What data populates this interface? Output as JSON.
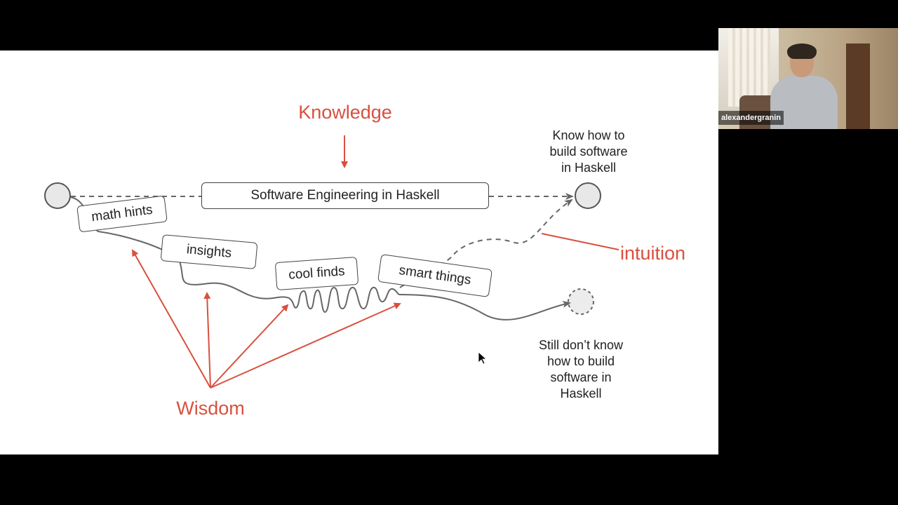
{
  "slide": {
    "knowledge": "Knowledge",
    "know_how": "Know how to\nbuild software\nin Haskell",
    "main_box": "Software Engineering in Haskell",
    "intuition": "intuition",
    "wisdom": "Wisdom",
    "still_dont": "Still don’t know\nhow to build\nsoftware in\nHaskell",
    "boxes": {
      "math_hints": "math hints",
      "insights": "insights",
      "cool_finds": "cool finds",
      "smart_things": "smart things"
    }
  },
  "video": {
    "participant_name": "alexandergranin"
  },
  "colors": {
    "accent_red": "#d9503f",
    "slide_bg": "#ffffff",
    "frame_bg": "#000000"
  }
}
